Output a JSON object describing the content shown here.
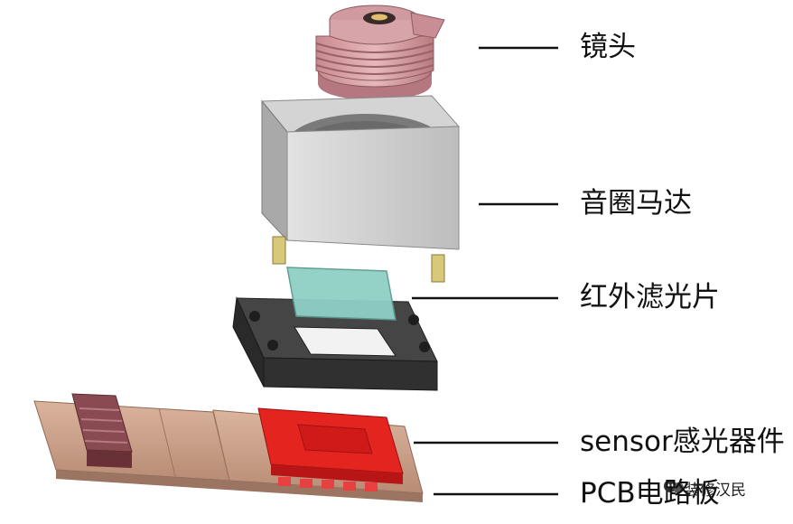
{
  "labels": {
    "lens": "镜头",
    "vcm": "音圈马达",
    "ir_filter": "红外滤光片",
    "sensor": "sensor感光器件",
    "pcb": "PCB电路板"
  },
  "watermark": {
    "text": "装修汉民"
  },
  "colors": {
    "lens": "#d9a3a8",
    "vcm": "#cfcfcf",
    "filter": "#8ccfc6",
    "holder": "#3e3e3e",
    "sensor": "#e01e1e",
    "pcb": "#cfa58f",
    "leader": "#111111"
  }
}
